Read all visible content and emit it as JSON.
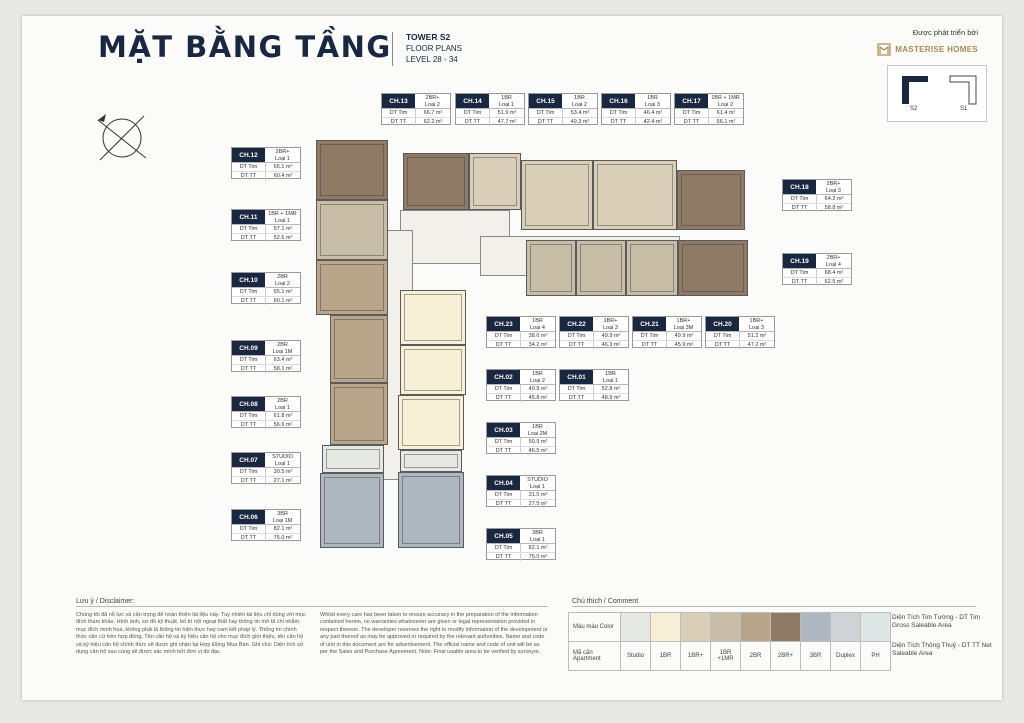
{
  "header": {
    "title": "MẶT BẰNG TẦNG",
    "tower": "TOWER S2",
    "floor_plans": "FLOOR PLANS",
    "level": "LEVEL 28 - 34",
    "developed_by": "Được phát triển bởi",
    "brand": "MASTERISE HOMES"
  },
  "keyplan": {
    "s2": "S2",
    "s1": "S1"
  },
  "labels": {
    "area_gross": "DT Tim",
    "area_net": "DT TT"
  },
  "units": [
    {
      "code": "CH.13",
      "type": "2BR+",
      "model": "Loại 2",
      "gross": "66.7 m²",
      "net": "62.2 m²"
    },
    {
      "code": "CH.14",
      "type": "1BR",
      "model": "Loại 1",
      "gross": "51.9 m²",
      "net": "47.7 m²"
    },
    {
      "code": "CH.15",
      "type": "1BR",
      "model": "Loại 2",
      "gross": "53.4 m²",
      "net": "49.3 m²"
    },
    {
      "code": "CH.16",
      "type": "1BR",
      "model": "Loại 3",
      "gross": "46.4 m²",
      "net": "42.4 m²"
    },
    {
      "code": "CH.17",
      "type": "1BR + 1MR",
      "model": "Loại 2",
      "gross": "61.4 m²",
      "net": "56.1 m²"
    },
    {
      "code": "CH.12",
      "type": "2BR+",
      "model": "Loại 1",
      "gross": "65.1 m²",
      "net": "60.4 m²"
    },
    {
      "code": "CH.11",
      "type": "1BR + 1MR",
      "model": "Loại 1",
      "gross": "57.1 m²",
      "net": "52.6 m²"
    },
    {
      "code": "CH.10",
      "type": "2BR",
      "model": "Loại 2",
      "gross": "65.1 m²",
      "net": "60.1 m²"
    },
    {
      "code": "CH.09",
      "type": "2BR",
      "model": "Loại 1M",
      "gross": "63.4 m²",
      "net": "58.1 m²"
    },
    {
      "code": "CH.08",
      "type": "2BR",
      "model": "Loại 1",
      "gross": "61.8 m²",
      "net": "56.6 m²"
    },
    {
      "code": "CH.07",
      "type": "STUDIO",
      "model": "Loại 1",
      "gross": "30.5 m²",
      "net": "27.1 m²"
    },
    {
      "code": "CH.06",
      "type": "3BR",
      "model": "Loại 1M",
      "gross": "82.1 m²",
      "net": "75.0 m²"
    },
    {
      "code": "CH.18",
      "type": "2BR+",
      "model": "Loại 3",
      "gross": "64.2 m²",
      "net": "58.8 m²"
    },
    {
      "code": "CH.19",
      "type": "2BR+",
      "model": "Loại 4",
      "gross": "68.4 m²",
      "net": "62.5 m²"
    },
    {
      "code": "CH.23",
      "type": "1BR",
      "model": "Loại 4",
      "gross": "38.6 m²",
      "net": "34.2 m²"
    },
    {
      "code": "CH.22",
      "type": "1BR+",
      "model": "Loại 3",
      "gross": "49.9 m²",
      "net": "46.3 m²"
    },
    {
      "code": "CH.21",
      "type": "1BR+",
      "model": "Loại 3M",
      "gross": "49.9 m²",
      "net": "45.9 m²"
    },
    {
      "code": "CH.20",
      "type": "1BR+",
      "model": "Loại 3",
      "gross": "51.2 m²",
      "net": "47.2 m²"
    },
    {
      "code": "CH.02",
      "type": "1BR",
      "model": "Loại 2",
      "gross": "49.9 m²",
      "net": "45.8 m²"
    },
    {
      "code": "CH.01",
      "type": "1BR",
      "model": "Loại 1",
      "gross": "52.8 m²",
      "net": "48.9 m²"
    },
    {
      "code": "CH.03",
      "type": "1BR",
      "model": "Loại 2M",
      "gross": "50.9 m²",
      "net": "46.5 m²"
    },
    {
      "code": "CH.04",
      "type": "STUDIO",
      "model": "Loại 1",
      "gross": "31.0 m²",
      "net": "27.5 m²"
    },
    {
      "code": "CH.05",
      "type": "3BR",
      "model": "Loại 1",
      "gross": "82.1 m²",
      "net": "75.0 m²"
    }
  ],
  "disclaimer": {
    "heading": "Lưu ý / Disclaimer:",
    "vi": "Chúng tôi đã nỗ lực và cẩn trọng để hoàn thiện tài liệu này. Tuy nhiên tài liệu chỉ dùng với mục đích tham khảo. Hình ảnh, sơ đồ kỹ thuật, bố trí nội ngoại thất hay thông tin mô tả chỉ nhằm mục đích minh họa, không phải là thông tin hiện thực hay cam kết pháp lý. Thông tin chính thức căn cứ trên hợp đồng. Tên căn hộ và ký hiệu căn hộ cho mục đích giới thiệu, tên căn hộ và ký hiệu căn hộ chính thức sẽ được ghi nhận tại Hợp Đồng Mua Bán. Ghi chú: Diện tích sử dụng căn hộ sau cùng sẽ được xác minh bởi đơn vị đo đạc.",
    "en": "Whilst every care has been taken to ensure accuracy in the preparation of the information contained herein, no warranties whatsoever are given or legal representation provided in respect thereon. The developer reserves the right to modify information of the development or any part thereof as may be approved or required by the relevant authorities. Name and code of unit in this document are for advertisement. The official name and code of unit will be as per the Sales and Purchase Agreement. Note: Final usable area to be verified by surveyor."
  },
  "legend": {
    "heading": "Chú thích / Comment",
    "color_label": "Màu màu Color",
    "apartment_label": "Mã căn Apartment",
    "types": [
      "Studio",
      "1BR",
      "1BR+",
      "1BR +1MR",
      "2BR",
      "2BR+",
      "3BR",
      "Duplex",
      "PH"
    ],
    "colors": [
      "#e6e8e4",
      "#f7f0d6",
      "#d9cfb8",
      "#c8bda6",
      "#b9a68a",
      "#8f7a66",
      "#aeb6c0",
      "#cfd3d6",
      "#dfe6e6"
    ],
    "note_gross": "Diện Tích Tim Tường - DT Tim Gross Saleable Area",
    "note_net": "Diện Tích Thông Thuỷ - DT TT Net Saleable Area"
  }
}
